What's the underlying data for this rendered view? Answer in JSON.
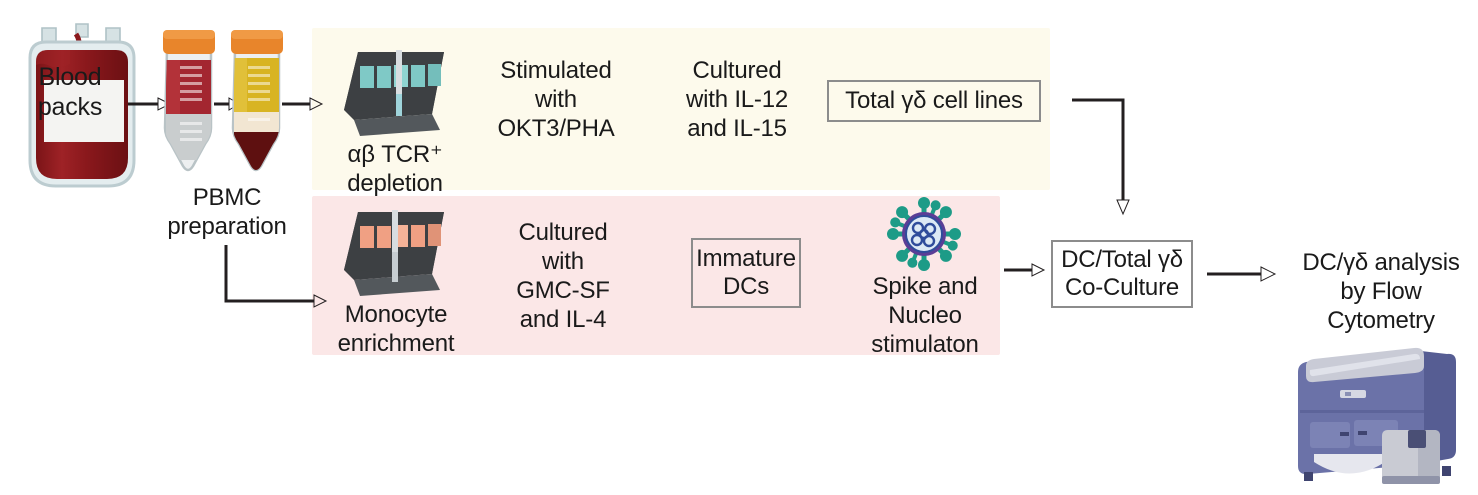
{
  "diagram": {
    "title": "gamma-delta T cell and dendritic cell co-culture workflow",
    "bands": {
      "top_color": "#FDFAEC",
      "bottom_color": "#FBE7E7"
    },
    "accents": {
      "blood_red": "#8E1B1B",
      "blood_dark": "#5E1010",
      "tube_cap_orange": "#E8852B",
      "plasma_yellow": "#D8B422",
      "separator_dark": "#3D4043",
      "slot_teal": "#7FC9C6",
      "slot_salmon": "#F0A083",
      "virus_spike": "#1D9B87",
      "virus_ring": "#5B3E96",
      "cytometer_body": "#6B72A8",
      "box_border": "#8c8c8c",
      "arrow": "#231f20"
    }
  },
  "stages": {
    "blood_packs": "Blood\npacks",
    "pbmc_preparation": "PBMC\npreparation",
    "ab_tcr_depletion": "αβ TCR⁺\ndepletion",
    "stimulated_okt3": "Stimulated\nwith\nOKT3/PHA",
    "cultured_il12_il15": "Cultured\nwith IL-12\nand IL-15",
    "total_gd_cell_lines": "Total γδ cell lines",
    "monocyte_enrichment": "Monocyte\nenrichment",
    "cultured_gmcsf_il4": "Cultured\nwith\nGMC-SF\nand IL-4",
    "immature_dcs": "Immature\nDCs",
    "spike_nucleo": "Spike and\nNucleo\nstimulaton",
    "co_culture": "DC/Total γδ\nCo-Culture",
    "flow_analysis": "DC/γδ analysis\nby Flow\nCytometry"
  },
  "icons": {
    "blood_bag": "blood-bag-icon",
    "tube_blood": "centrifuge-tube-blood-icon",
    "tube_separated": "centrifuge-tube-separated-icon",
    "magnetic_separator_teal": "magnetic-separator-teal-icon",
    "magnetic_separator_salmon": "magnetic-separator-salmon-icon",
    "virus": "coronavirus-icon",
    "flow_cytometer": "flow-cytometer-icon"
  }
}
